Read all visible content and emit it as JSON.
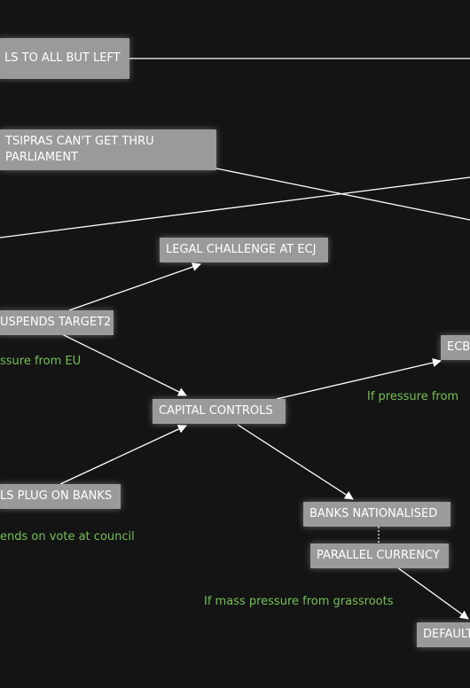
{
  "colors": {
    "background": "#141414",
    "node_fill": "#9a9a9a",
    "node_text": "#ffffff",
    "condition_text": "#73c050",
    "edge": "#ffffff"
  },
  "nodes": {
    "to_all_but_left": "LS TO ALL BUT LEFT",
    "tsipras_parliament": "TSIPRAS CAN'T GET THRU PARLIAMENT",
    "legal_challenge": "LEGAL CHALLENGE AT ECJ",
    "suspends_target2": "USPENDS TARGET2",
    "ecb": "ECB-",
    "capital_controls": "CAPITAL CONTROLS",
    "plug_on_banks": "LS PLUG ON BANKS",
    "banks_nationalised": "BANKS NATIONALISED",
    "parallel_currency": "PARALLEL CURRENCY",
    "default": "DEFAULT"
  },
  "conditions": {
    "pressure_eu": "ssure from EU",
    "pressure_from": "If pressure from",
    "vote_council": "ends on vote at council",
    "mass_pressure": "If mass pressure from grassroots"
  }
}
